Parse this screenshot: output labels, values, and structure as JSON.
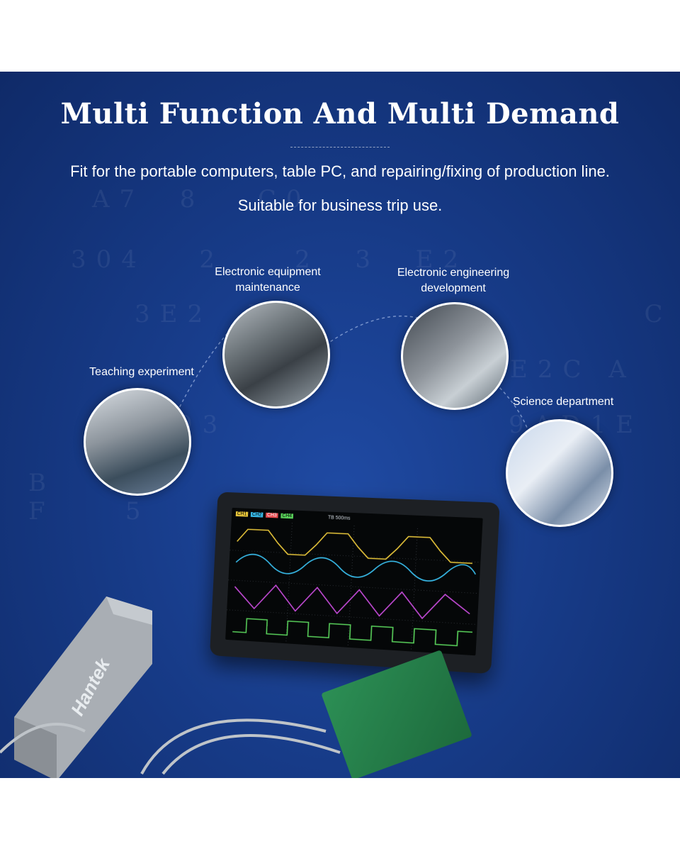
{
  "title": "Multi Function And Multi Demand",
  "subtitle_1": "Fit for the portable computers, table PC, and repairing/fixing of production line.",
  "subtitle_2": "Suitable for business trip use.",
  "captions": {
    "teaching": "Teaching experiment",
    "maintenance_1": "Electronic equipment",
    "maintenance_2": "maintenance",
    "engineering_1": "Electronic engineering",
    "engineering_2": "development",
    "science": "Science department"
  },
  "device_brand": "Hantek",
  "scope_ui": {
    "channels": [
      "CH1",
      "CH2",
      "CH3",
      "CH4"
    ],
    "channel_colors": [
      "#e7c53a",
      "#37b8e6",
      "#e5484d",
      "#59d15a"
    ],
    "timebase": "TB 500ms"
  },
  "colors": {
    "background": "#173b88",
    "text": "#ffffff"
  }
}
